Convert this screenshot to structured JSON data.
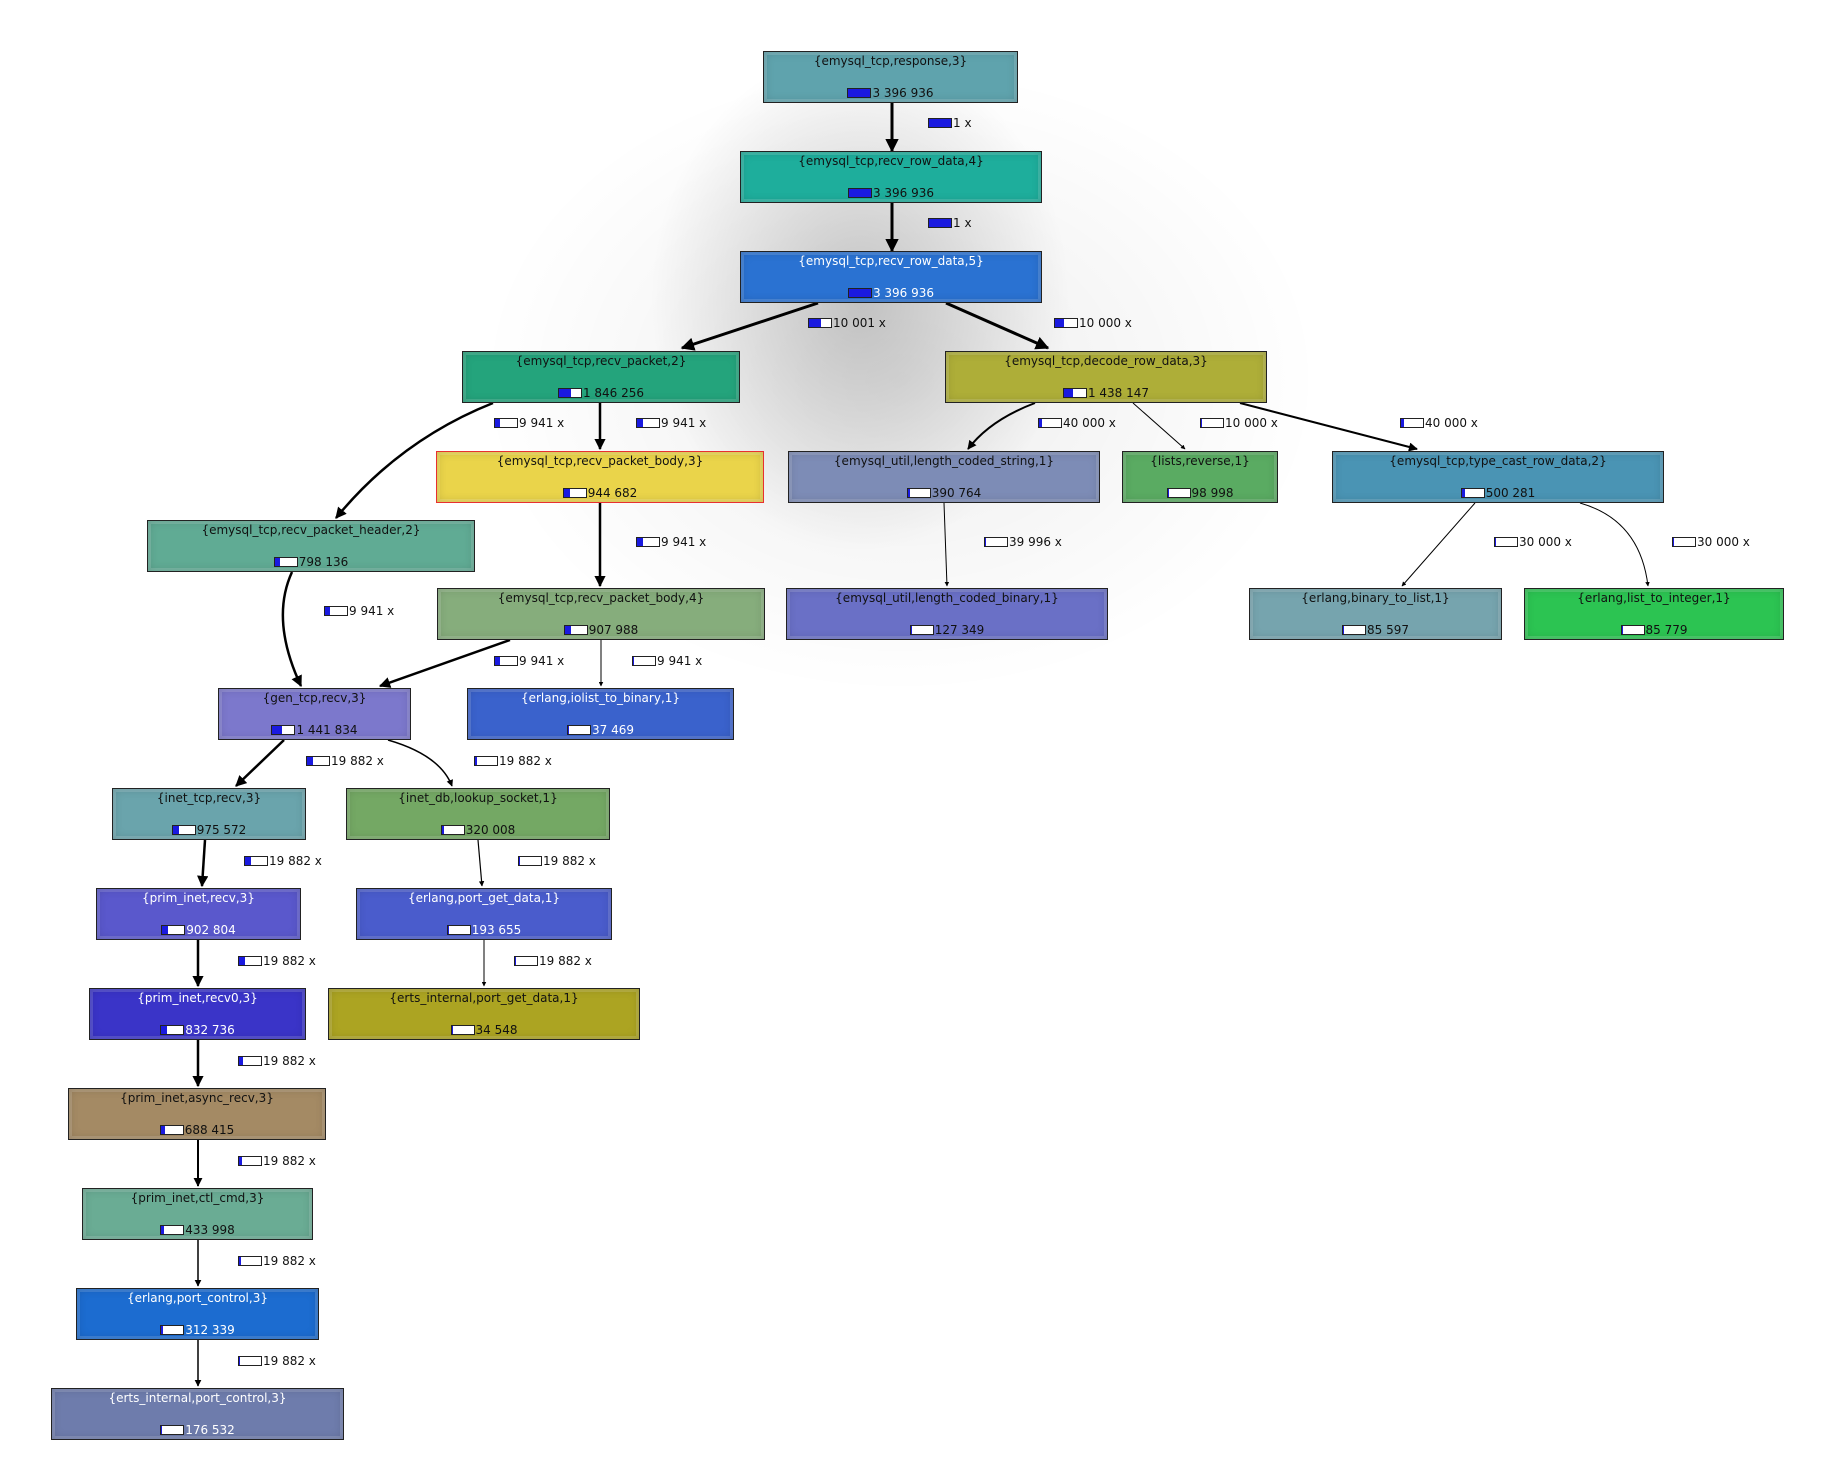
{
  "colors": {
    "edge": "#000000",
    "bar_fill": "#1a1ae0",
    "highlight_border": "#e83030"
  },
  "nodes": [
    {
      "id": "resp",
      "title": "{emysql_tcp,response,3}",
      "value": "3 396 936",
      "bar": 1.0,
      "color": "#5fa3ad",
      "text": "#111"
    },
    {
      "id": "rrd4",
      "title": "{emysql_tcp,recv_row_data,4}",
      "value": "3 396 936",
      "bar": 1.0,
      "color": "#1eae9c",
      "text": "#111"
    },
    {
      "id": "rrd5",
      "title": "{emysql_tcp,recv_row_data,5}",
      "value": "3 396 936",
      "bar": 1.0,
      "color": "#2a72d2",
      "text": "#fff"
    },
    {
      "id": "rp",
      "title": "{emysql_tcp,recv_packet,2}",
      "value": "1 846 256",
      "bar": 0.55,
      "color": "#24a47c",
      "text": "#111"
    },
    {
      "id": "drd",
      "title": "{emysql_tcp,decode_row_data,3}",
      "value": "1 438 147",
      "bar": 0.42,
      "color": "#aeae38",
      "text": "#111"
    },
    {
      "id": "rpb3",
      "title": "{emysql_tcp,recv_packet_body,3}",
      "value": "944 682",
      "bar": 0.28,
      "color": "#ead44a",
      "text": "#111",
      "highlight": true
    },
    {
      "id": "lcs",
      "title": "{emysql_util,length_coded_string,1}",
      "value": "390 764",
      "bar": 0.12,
      "color": "#7d8cb6",
      "text": "#111"
    },
    {
      "id": "rev",
      "title": "{lists,reverse,1}",
      "value": "98 998",
      "bar": 0.03,
      "color": "#5aab62",
      "text": "#111"
    },
    {
      "id": "tcrd",
      "title": "{emysql_tcp,type_cast_row_data,2}",
      "value": "500 281",
      "bar": 0.15,
      "color": "#4a94b4",
      "text": "#111"
    },
    {
      "id": "rph",
      "title": "{emysql_tcp,recv_packet_header,2}",
      "value": "798 136",
      "bar": 0.24,
      "color": "#60ab94",
      "text": "#111"
    },
    {
      "id": "rpb4",
      "title": "{emysql_tcp,recv_packet_body,4}",
      "value": "907 988",
      "bar": 0.27,
      "color": "#86ad7c",
      "text": "#111"
    },
    {
      "id": "lcb",
      "title": "{emysql_util,length_coded_binary,1}",
      "value": "127 349",
      "bar": 0.04,
      "color": "#6a70c6",
      "text": "#111"
    },
    {
      "id": "b2l",
      "title": "{erlang,binary_to_list,1}",
      "value": "85 597",
      "bar": 0.03,
      "color": "#76a4ae",
      "text": "#111"
    },
    {
      "id": "l2i",
      "title": "{erlang,list_to_integer,1}",
      "value": "85 779",
      "bar": 0.03,
      "color": "#2cc452",
      "text": "#111"
    },
    {
      "id": "gtr",
      "title": "{gen_tcp,recv,3}",
      "value": "1 441 834",
      "bar": 0.42,
      "color": "#7c78cc",
      "text": "#111"
    },
    {
      "id": "i2b",
      "title": "{erlang,iolist_to_binary,1}",
      "value": "37 469",
      "bar": 0.01,
      "color": "#3a62cc",
      "text": "#fff"
    },
    {
      "id": "itr",
      "title": "{inet_tcp,recv,3}",
      "value": "975 572",
      "bar": 0.29,
      "color": "#6aa4ac",
      "text": "#111"
    },
    {
      "id": "ils",
      "title": "{inet_db,lookup_socket,1}",
      "value": "320 008",
      "bar": 0.09,
      "color": "#74a864",
      "text": "#111"
    },
    {
      "id": "pir",
      "title": "{prim_inet,recv,3}",
      "value": "902 804",
      "bar": 0.27,
      "color": "#5a58cc",
      "text": "#fff"
    },
    {
      "id": "epgd",
      "title": "{erlang,port_get_data,1}",
      "value": "193 655",
      "bar": 0.06,
      "color": "#4a5ccc",
      "text": "#fff"
    },
    {
      "id": "pir0",
      "title": "{prim_inet,recv0,3}",
      "value": "832 736",
      "bar": 0.25,
      "color": "#3a34c8",
      "text": "#fff"
    },
    {
      "id": "eipgd",
      "title": "{erts_internal,port_get_data,1}",
      "value": "34 548",
      "bar": 0.01,
      "color": "#aca422",
      "text": "#111"
    },
    {
      "id": "par",
      "title": "{prim_inet,async_recv,3}",
      "value": "688 415",
      "bar": 0.2,
      "color": "#a48a64",
      "text": "#111"
    },
    {
      "id": "pcc",
      "title": "{prim_inet,ctl_cmd,3}",
      "value": "433 998",
      "bar": 0.13,
      "color": "#6aac94",
      "text": "#111"
    },
    {
      "id": "epc",
      "title": "{erlang,port_control,3}",
      "value": "312 339",
      "bar": 0.09,
      "color": "#1c6cd0",
      "text": "#fff"
    },
    {
      "id": "eipc",
      "title": "{erts_internal,port_control,3}",
      "value": "176 532",
      "bar": 0.05,
      "color": "#6e7cac",
      "text": "#fff"
    }
  ],
  "edges": [
    {
      "from": "resp",
      "to": "rrd4",
      "label": "1 x",
      "bar": 1.0,
      "weight": 3
    },
    {
      "from": "rrd4",
      "to": "rrd5",
      "label": "1 x",
      "bar": 1.0,
      "weight": 3
    },
    {
      "from": "rrd5",
      "to": "rp",
      "label": "10 001 x",
      "bar": 0.55,
      "weight": 3
    },
    {
      "from": "rrd5",
      "to": "drd",
      "label": "10 000 x",
      "bar": 0.42,
      "weight": 3
    },
    {
      "from": "rp",
      "to": "rph",
      "label": "9 941 x",
      "bar": 0.24,
      "weight": 2.5
    },
    {
      "from": "rp",
      "to": "rpb3",
      "label": "9 941 x",
      "bar": 0.28,
      "weight": 2.5
    },
    {
      "from": "drd",
      "to": "lcs",
      "label": "40 000 x",
      "bar": 0.12,
      "weight": 2
    },
    {
      "from": "drd",
      "to": "rev",
      "label": "10 000 x",
      "bar": 0.03,
      "weight": 1
    },
    {
      "from": "drd",
      "to": "tcrd",
      "label": "40 000 x",
      "bar": 0.15,
      "weight": 2
    },
    {
      "from": "rpb3",
      "to": "rpb4",
      "label": "9 941 x",
      "bar": 0.27,
      "weight": 2.5
    },
    {
      "from": "lcs",
      "to": "lcb",
      "label": "39 996 x",
      "bar": 0.04,
      "weight": 1
    },
    {
      "from": "tcrd",
      "to": "b2l",
      "label": "30 000 x",
      "bar": 0.03,
      "weight": 1
    },
    {
      "from": "tcrd",
      "to": "l2i",
      "label": "30 000 x",
      "bar": 0.03,
      "weight": 1
    },
    {
      "from": "rph",
      "to": "gtr",
      "label": "9 941 x",
      "bar": 0.21,
      "weight": 2.5
    },
    {
      "from": "rpb4",
      "to": "gtr",
      "label": "9 941 x",
      "bar": 0.21,
      "weight": 2.5
    },
    {
      "from": "rpb4",
      "to": "i2b",
      "label": "9 941 x",
      "bar": 0.01,
      "weight": 1
    },
    {
      "from": "gtr",
      "to": "itr",
      "label": "19 882 x",
      "bar": 0.29,
      "weight": 2.5
    },
    {
      "from": "gtr",
      "to": "ils",
      "label": "19 882 x",
      "bar": 0.09,
      "weight": 1.5
    },
    {
      "from": "itr",
      "to": "pir",
      "label": "19 882 x",
      "bar": 0.27,
      "weight": 2.5
    },
    {
      "from": "ils",
      "to": "epgd",
      "label": "19 882 x",
      "bar": 0.06,
      "weight": 1.2
    },
    {
      "from": "pir",
      "to": "pir0",
      "label": "19 882 x",
      "bar": 0.25,
      "weight": 2.5
    },
    {
      "from": "epgd",
      "to": "eipgd",
      "label": "19 882 x",
      "bar": 0.01,
      "weight": 1
    },
    {
      "from": "pir0",
      "to": "par",
      "label": "19 882 x",
      "bar": 0.2,
      "weight": 2.5
    },
    {
      "from": "par",
      "to": "pcc",
      "label": "19 882 x",
      "bar": 0.13,
      "weight": 2
    },
    {
      "from": "pcc",
      "to": "epc",
      "label": "19 882 x",
      "bar": 0.09,
      "weight": 1.5
    },
    {
      "from": "epc",
      "to": "eipc",
      "label": "19 882 x",
      "bar": 0.05,
      "weight": 1.5
    }
  ]
}
